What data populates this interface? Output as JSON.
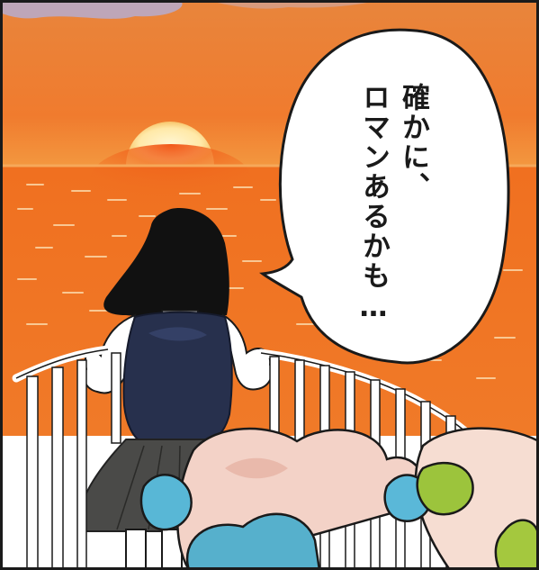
{
  "speech_bubble": {
    "lines": [
      "確かに、",
      "ロマンあるかも…"
    ]
  },
  "colors": {
    "sky_top": "#e8823a",
    "sky_mid": "#f07a2c",
    "horizon": "#f3a24a",
    "sea": "#f0731f",
    "sun": "#fff2c4",
    "jacket": "#27304d",
    "skirt": "#4a4a48",
    "hair": "#111111",
    "railing": "#ffffff",
    "flower_pink": "#f0c9c0",
    "flower_blue": "#58b7d6",
    "flower_green": "#9cc43c"
  },
  "icons": [
    "sun-icon",
    "speech-bubble",
    "girl-figure",
    "railing",
    "flower-bouquet"
  ]
}
